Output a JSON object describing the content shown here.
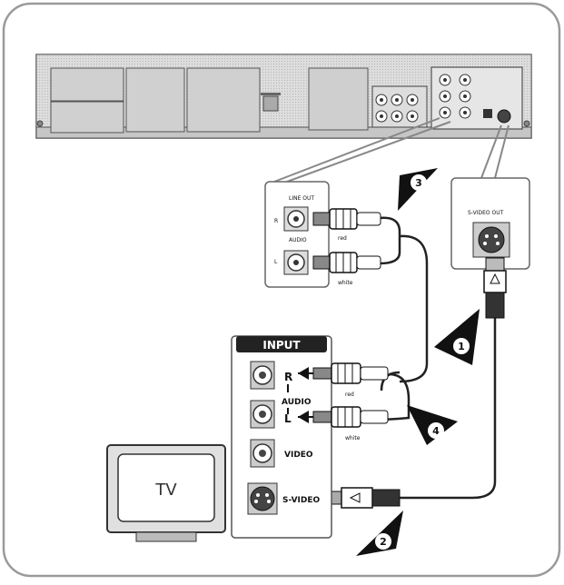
{
  "device_panel": {
    "line_out_label": "LINE OUT",
    "audio_label": "AUDIO",
    "r_label": "R",
    "l_label": "L",
    "s_video_out_label": "S-VIDEO OUT"
  },
  "cables": {
    "top_red_label": "red",
    "top_white_label": "white",
    "bottom_red_label": "red",
    "bottom_white_label": "white"
  },
  "tv_panel": {
    "input_label": "INPUT",
    "r_label": "R",
    "audio_label": "AUDIO",
    "l_label": "L",
    "video_label": "VIDEO",
    "s_video_label": "S-VIDEO"
  },
  "tv": {
    "label": "TV"
  },
  "steps": {
    "step1": "1",
    "step2": "2",
    "step3": "3",
    "step4": "4"
  }
}
